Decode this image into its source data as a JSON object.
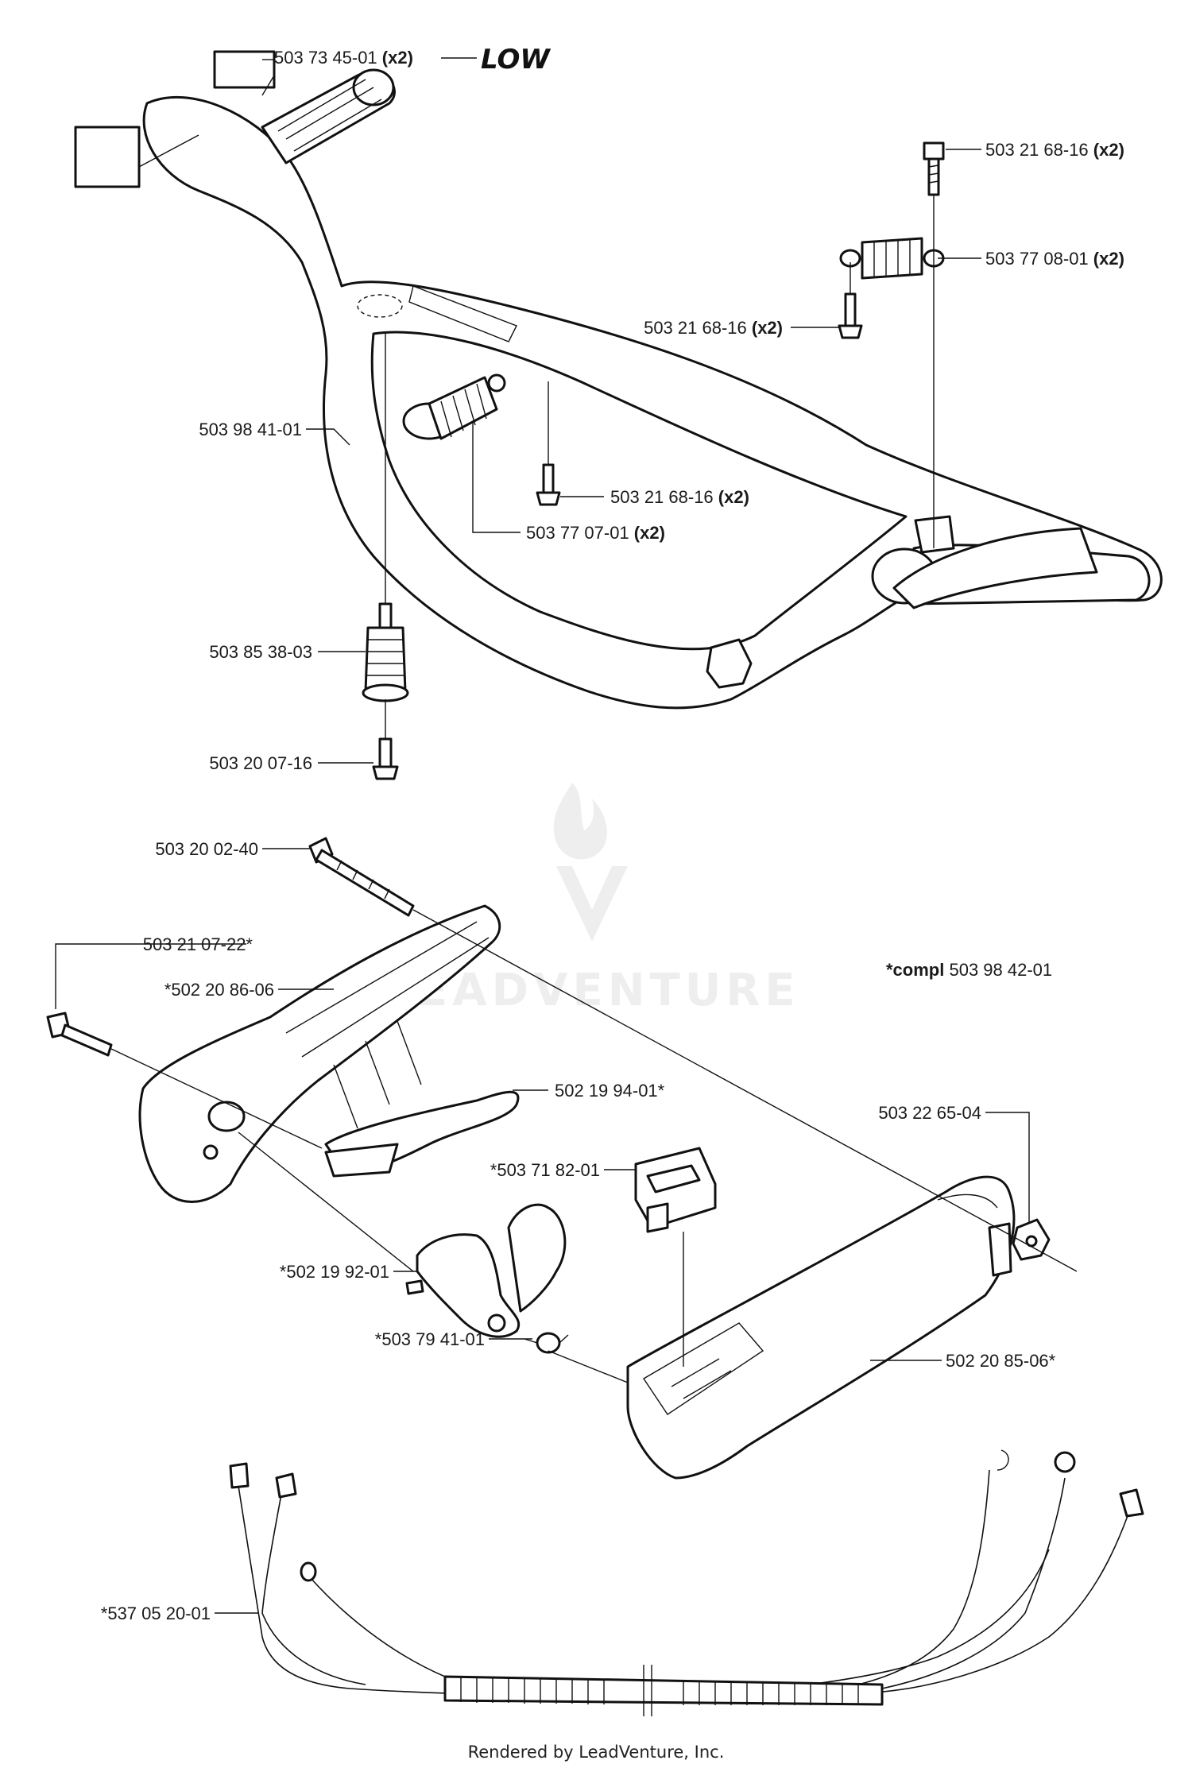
{
  "callouts": {
    "decal": {
      "number": "503 73 45-01",
      "qty": "(x2)",
      "logo_text": "LOW"
    },
    "screw_top_right": {
      "number": "503 21 68-16",
      "qty": "(x2)"
    },
    "spring_top_right": {
      "number": "503 77 08-01",
      "qty": "(x2)"
    },
    "screw_mid_right": {
      "number": "503 21 68-16",
      "qty": "(x2)"
    },
    "handle_bar": {
      "number": "503 98 41-01"
    },
    "screw_center": {
      "number": "503 21 68-16",
      "qty": "(x2)"
    },
    "spring_center": {
      "number": "503 77 07-01",
      "qty": "(x2)"
    },
    "buffer": {
      "number": "503 85 38-03"
    },
    "screw_buffer": {
      "number": "503 20 07-16"
    },
    "long_screw": {
      "number": "503 20 02-40"
    },
    "screw_rear": {
      "number": "503 21 07-22*"
    },
    "handle_left_half": {
      "number": "*502 20 86-06"
    },
    "throttle_lock": {
      "number": "502 19 94-01*"
    },
    "stop_switch": {
      "number": "*503 71 82-01"
    },
    "nut": {
      "number": "503 22 65-04"
    },
    "throttle_trigger": {
      "number": "*502 19 92-01"
    },
    "trigger_spring": {
      "number": "*503 79 41-01"
    },
    "handle_right_half": {
      "number": "502 20 85-06*"
    },
    "wire_harness": {
      "number": "*537 05 20-01"
    }
  },
  "compl_note": {
    "prefix": "*compl",
    "number": "503 98 42-01"
  },
  "watermark": {
    "brand": "LEADVENTURE"
  },
  "footer": {
    "text": "Rendered by LeadVenture, Inc."
  }
}
